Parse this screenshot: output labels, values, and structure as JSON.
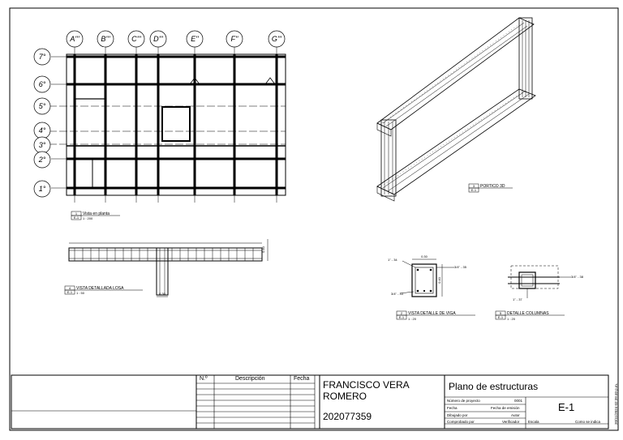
{
  "grid": {
    "columns": [
      "A'''",
      "B'''",
      "C'''",
      "D'''",
      "E''",
      "F''",
      "G'''"
    ],
    "rows": [
      "7°",
      "6°",
      "5°",
      "4°",
      "3°",
      "2°",
      "1°"
    ]
  },
  "views": {
    "plan": {
      "num": "1",
      "sheet": "E-1",
      "title": "Vista en planta",
      "scale": "1 : 200"
    },
    "portico": {
      "num": "3",
      "sheet": "E-1",
      "title": "PORTICO 3D"
    },
    "losa": {
      "num": "4",
      "sheet": "E-1",
      "title": "VISTA DETALLADA LOSA",
      "scale": "1 : 50",
      "dim_height": "0.40",
      "dim_width": "0.30"
    },
    "viga": {
      "num": "2",
      "sheet": "E-1",
      "title": "VISTA DETALLE DE VIGA",
      "scale": "1 : 20",
      "dim_top": "0.30",
      "dim_side": "0.40",
      "tag1": "1\" - 34",
      "tag2": "3/4\" - 35",
      "tag3": "3/4\" - 33"
    },
    "columnas": {
      "num": "5",
      "sheet": "E-1",
      "title": "DETALLE COLUMNAS",
      "scale": "1 : 20",
      "tag1": "3/4\" - 38",
      "tag2": "1\" - 37"
    }
  },
  "revisions": {
    "col_no": "N.º",
    "col_desc": "Descripción",
    "col_date": "Fecha"
  },
  "author": {
    "name_line1": "FRANCISCO VERA",
    "name_line2": "ROMERO",
    "id": "202077359"
  },
  "title_block": {
    "title": "Plano de estructuras",
    "project_number_label": "Número de proyecto",
    "project_number": "0001",
    "date_label": "Fecha",
    "date_value": "Fecha de emisión",
    "drawn_label": "Dibujado por",
    "drawn_value": "Autor",
    "checked_label": "Comprobado por",
    "checked_value": "Verificador",
    "sheet_number": "E-1",
    "scale_label": "Escala",
    "scale_value": "Como se indica",
    "timestamp": "20/11/2024 02:39:40 p.m."
  }
}
